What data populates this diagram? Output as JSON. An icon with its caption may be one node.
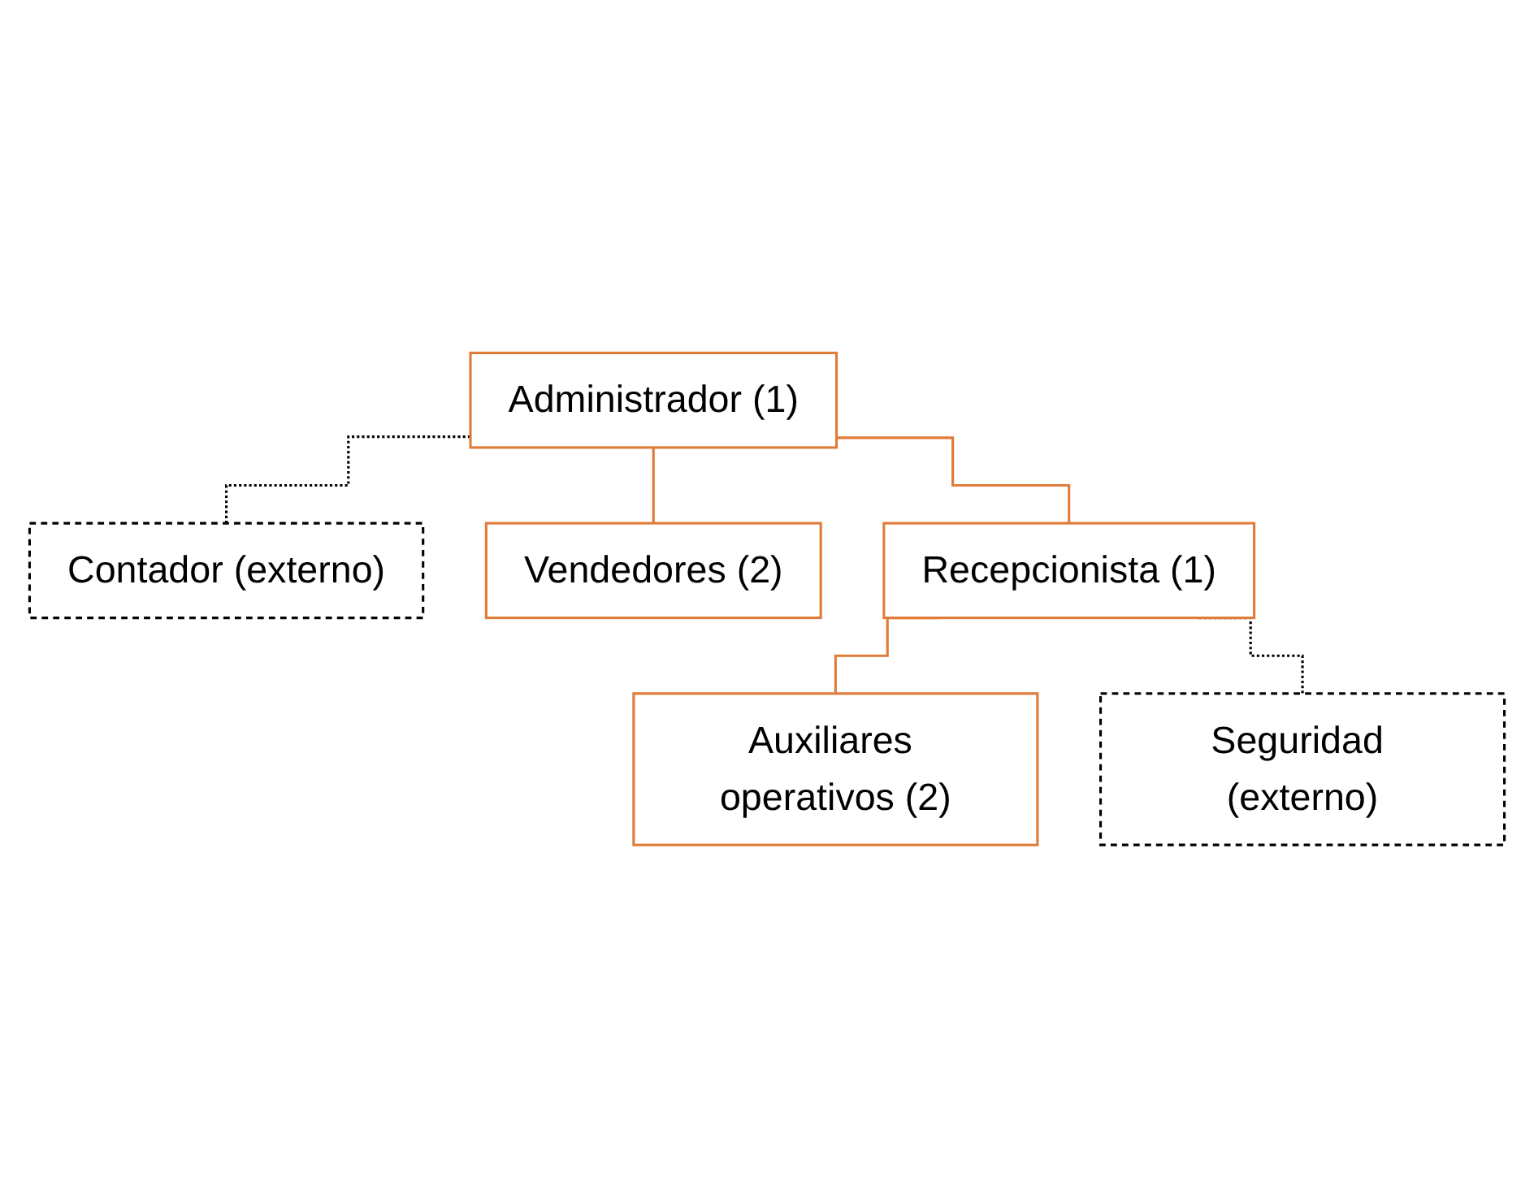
{
  "diagram": {
    "nodes": [
      {
        "text": [
          "Administrador (1)"
        ]
      },
      {
        "text": [
          "Contador (externo)"
        ]
      },
      {
        "text": [
          "Vendedores (2)"
        ]
      },
      {
        "text": [
          "Recepcionista (1)"
        ]
      },
      {
        "text": [
          "Auxiliares operativos (2)"
        ]
      },
      {
        "text": [
          "Seguridad (externo)"
        ]
      }
    ],
    "edges": [
      {
        "from": 0,
        "to": 1,
        "arrow": "none",
        "style": "dashed",
        "color": "#000000"
      },
      {
        "from": 0,
        "to": 2,
        "arrow": "none"
      },
      {
        "from": 0,
        "to": 3,
        "arrow": "none"
      },
      {
        "from": 3,
        "to": 4,
        "arrow": "none"
      },
      {
        "from": 3,
        "to": 5,
        "arrow": "none",
        "style": "dashed",
        "color": "#000000"
      }
    ]
  }
}
